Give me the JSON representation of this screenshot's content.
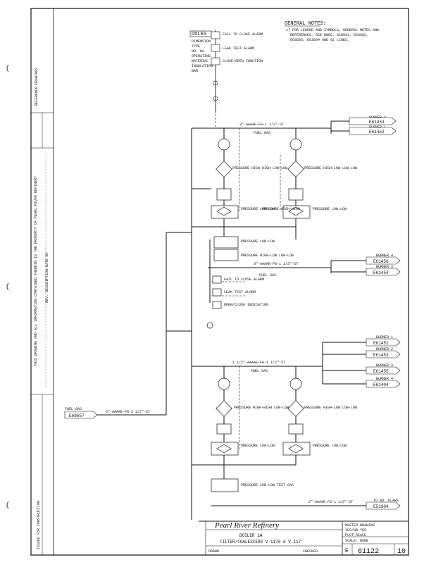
{
  "general_notes": {
    "title": "GENERAL NOTES:",
    "line1": "1) FOR LEGEND AND SYMBOLS, GENERAL NOTES AND",
    "line2": "REFERENCES, SEE DWGS. 61B501, E63502,",
    "line3": "E63503, E63504 AND 61 LINES."
  },
  "legend": {
    "tag": "DOLES",
    "rows": [
      "DIMENSION",
      "TYPE",
      "NO. HA",
      "OPERATING",
      "MATERIAL",
      "INSULATION",
      "BAR"
    ],
    "right1": "FAIL TO CLOSE ALARM",
    "right2": "LEAK TEST ALARM",
    "right3": "CLOSE/OPEN FUNCTION"
  },
  "burners": [
    {
      "label": "BURNER 2",
      "dwg": "E61453"
    },
    {
      "label": "BURNER 1",
      "dwg": "E61452"
    },
    {
      "label": "BURNER 4",
      "dwg": "E61456"
    },
    {
      "label": "BURNER 3",
      "dwg": "E61454"
    },
    {
      "label": "BURNER 1",
      "dwg": "E61452"
    },
    {
      "label": "BURNER 2",
      "dwg": "E61453"
    },
    {
      "label": "BURNER 3",
      "dwg": "E61455"
    },
    {
      "label": "BURNER 4",
      "dwg": "E61404"
    }
  ],
  "flare": {
    "label": "TO BD. FLARE",
    "dwg": "E51904"
  },
  "fuel_gas": {
    "label": "FUEL GAS",
    "dwg": "E69657",
    "line": "6\"-AAAAE-FG-2 1/2\"-ST"
  },
  "upper_header": {
    "line": "3\"-AAAAE-FG-1 1/2\"-ST",
    "label": "FUEL GAS"
  },
  "mid_header": {
    "line": "3\"-AAAAE-FG-1 1/2\"-ST",
    "label": "FUEL GAS"
  },
  "lower_header": {
    "line": "1 1/2\"-AAAAE-FG-1 1/2\"-ST",
    "label": "FUEL GAS"
  },
  "flare_line": {
    "line": "2\"-AAAAE-FG-1 1/2\"-ST"
  },
  "instruments": {
    "pressure_high": "PRESSURE HIGH-HIGH LOW-LOW",
    "pressure_low": "PRESSURE LOW-LOW",
    "pressure_high_low": "PRESSURE HIGH-LOW LOW-LOW",
    "pressure_high2": "PRESSURE HIGH-HIGH",
    "fail_close": "FAIL TO CLOSE ALARM",
    "leak_test": "LEAK TEST ALARM",
    "open_close": "OPEN/CLOSE INDICATION",
    "test_gas": "PRESSURE LOW-LOW TEST GAS"
  },
  "title_block": {
    "company": "Pearl River Refinery",
    "line1": "BOILER 1A",
    "line2": "FILTER/COALESCERS V-1170 & V-117",
    "right1": "MASTER DRAWING",
    "right2": "YES/NO  YES",
    "right3": "PLOT SCALE",
    "right4": "SCALE: NONE",
    "dwg_no": "61122",
    "sheet": "10",
    "prefix": "E",
    "drawn": "DRAWN",
    "checked": "CHECKED"
  },
  "margin_notes": {
    "note1": "REFERENCE DRAWINGS",
    "note2": "THIS DRAWING AND ALL INFORMATION CONTAINED THEREIN IS THE PROPERTY OF PEARL RIVER REFINERY",
    "note3": "REV. DESCRIPTION DATE BY",
    "note4": "ISSUED FOR CONSTRUCTION"
  }
}
